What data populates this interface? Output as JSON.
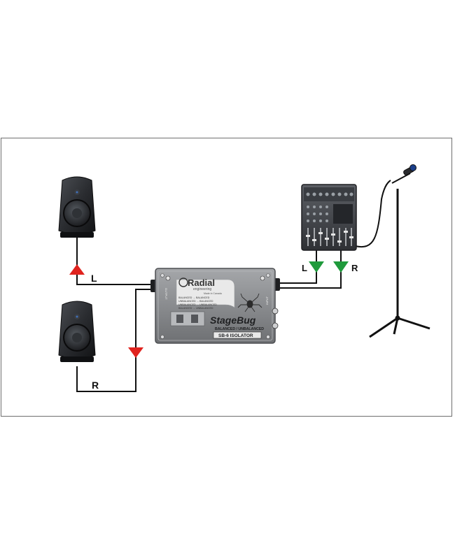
{
  "diagram": {
    "channel_left_label": "L",
    "channel_right_label": "R",
    "mixer_left_label": "L",
    "mixer_right_label": "R"
  },
  "device": {
    "brand": "Radial",
    "brand_sub": "engineering",
    "made_in": "Made in Canada",
    "product": "StageBug",
    "subtitle": "BALANCED / UNBALANCED",
    "model": "SB-6 ISOLATOR",
    "mode_rows": [
      "BALANCED → BALANCED",
      "UNBALANCED → BALANCED",
      "UNBALANCED → UNBALANCED",
      "BALANCED → UNBALANCED"
    ],
    "port_left": "OUTPUT",
    "port_right": "INPUT"
  },
  "colors": {
    "cable": "#111111",
    "output_arrow": "#e0231e",
    "input_arrow": "#1f9a3c",
    "device_body": "#8b8d90",
    "device_panel": "#e9e9e9"
  },
  "icons": [
    "speaker-icon",
    "mixer-icon",
    "microphone-stand-icon"
  ]
}
